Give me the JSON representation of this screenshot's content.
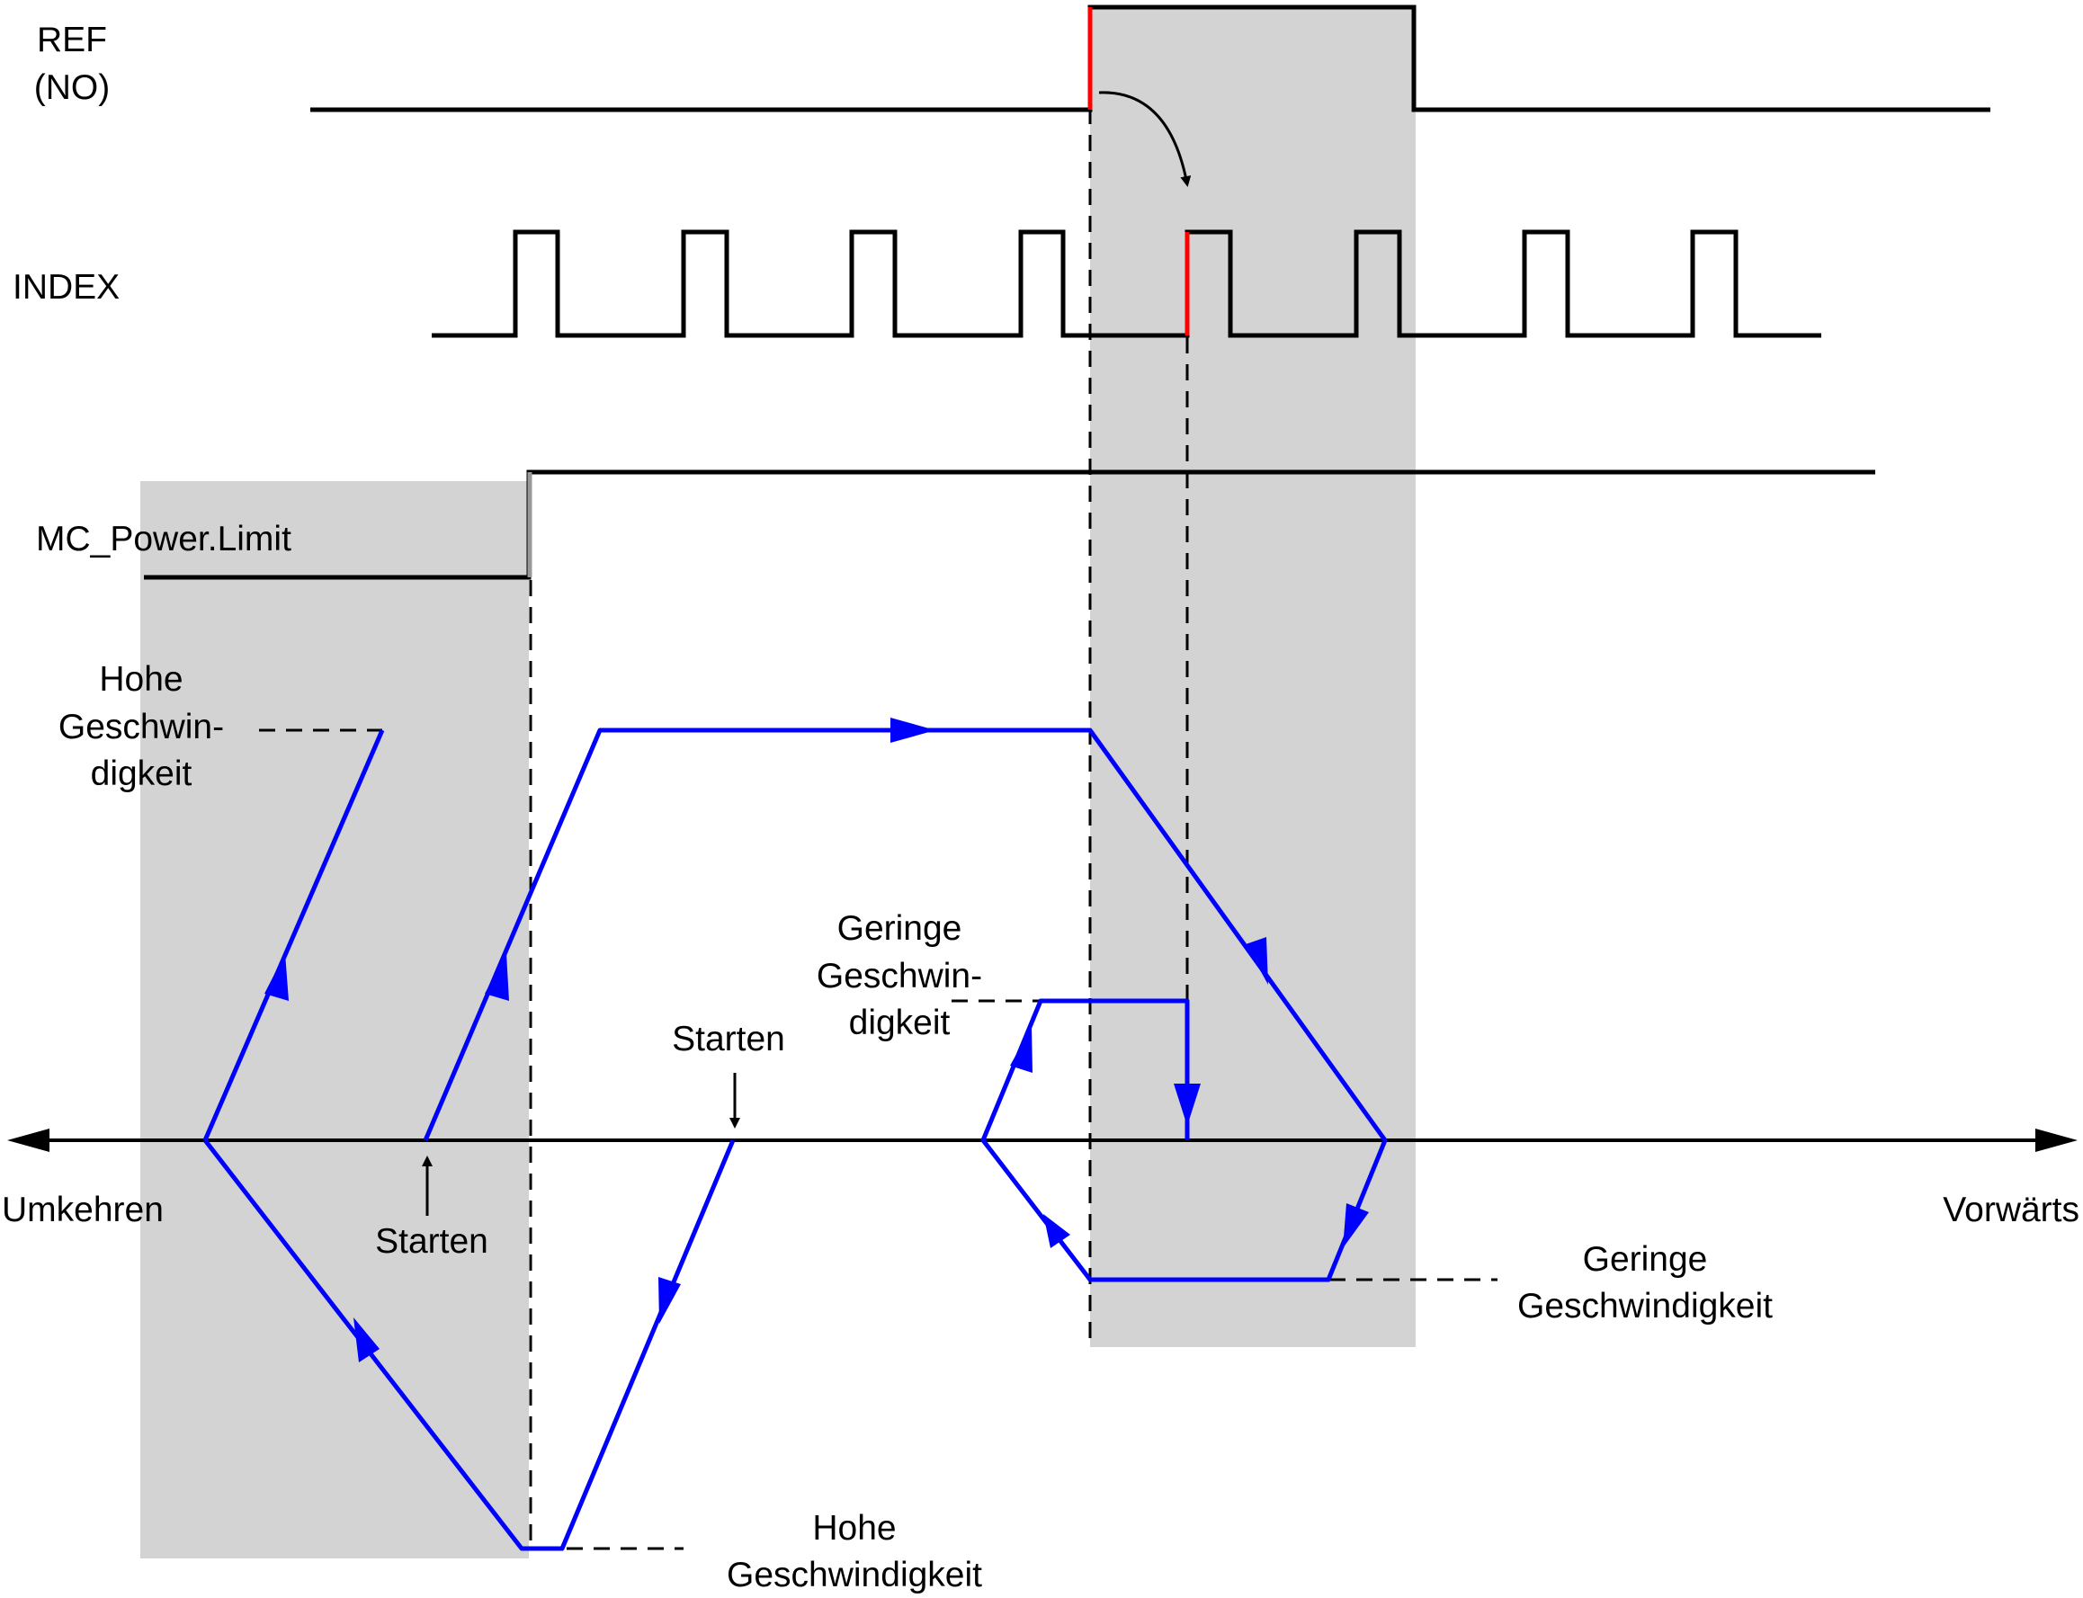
{
  "signals": {
    "ref": {
      "line1": "REF",
      "line2": "(NO)"
    },
    "index": {
      "label": "INDEX"
    },
    "power_limit": {
      "label": "MC_Power.Limit"
    }
  },
  "axis": {
    "left_label": "Umkehren",
    "right_label": "Vorwärts"
  },
  "speed_labels": {
    "high_top": {
      "line1": "Hohe",
      "line2": "Geschwin-",
      "line3": "digkeit"
    },
    "low_upper": {
      "line1": "Geringe",
      "line2": "Geschwin-",
      "line3": "digkeit"
    },
    "low_lower": {
      "line1": "Geringe",
      "line2": "Geschwindigkeit"
    },
    "high_bottom": {
      "line1": "Hohe",
      "line2": "Geschwindigkeit"
    }
  },
  "start_labels": {
    "left": "Starten",
    "middle": "Starten"
  },
  "colors": {
    "trajectory": "#0000ff",
    "edge_highlight": "#ff0000",
    "shaded_zone": "#d3d3d3",
    "signal": "#000000"
  }
}
